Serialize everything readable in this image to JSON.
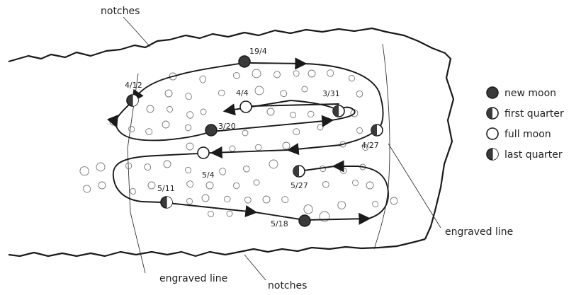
{
  "callouts": {
    "top_notches": "notches",
    "bottom_notches": "notches",
    "left_engraved": "engraved line",
    "right_engraved": "engraved line"
  },
  "dates": {
    "d_19_4": "19/4",
    "d_4_12": "4/12",
    "d_4_4": "4/4",
    "d_3_31": "3/31",
    "d_3_20": "3/20",
    "d_4_27": "4/27",
    "d_5_4": "5/4",
    "d_5_27": "5/27",
    "d_5_11": "5/11",
    "d_5_18": "5/18"
  },
  "legend": {
    "new_moon": "new moon",
    "first_quarter": "first quarter",
    "full_moon": "full moon",
    "last_quarter": "last quarter"
  },
  "colors": {
    "ink": "#1a1a1a",
    "dark_fill": "#3a3a3a",
    "pit_stroke": "#777777"
  }
}
